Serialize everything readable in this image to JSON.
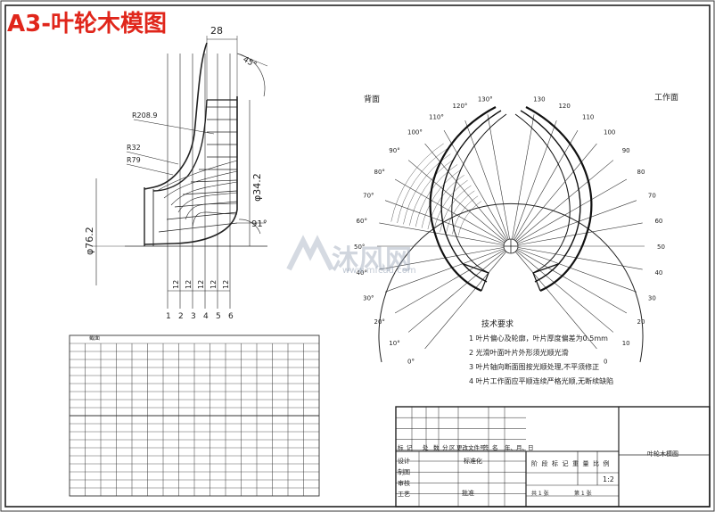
{
  "title": "A3-叶轮木模图",
  "section_view": {
    "dim_top": "28",
    "dim_angle": "45°",
    "r1": "R208.9",
    "r2": "R32",
    "r3": "R79",
    "dia_left": "φ76.2",
    "dia_right": "φ34.2",
    "angle_bottom": "91°",
    "spacing_labels": [
      "12",
      "12",
      "12",
      "12",
      "12"
    ],
    "station_numbers": [
      "1",
      "2",
      "3",
      "4",
      "5",
      "6"
    ]
  },
  "polar_view": {
    "label_left": "背面",
    "label_right": "工作面",
    "left_angles": [
      "130°",
      "120°",
      "110°",
      "100°",
      "90°",
      "80°",
      "70°",
      "60°",
      "50°",
      "40°",
      "30°",
      "20°",
      "10°",
      "0°"
    ],
    "right_angles": [
      "130",
      "120",
      "110",
      "100",
      "90",
      "80",
      "70",
      "60",
      "50",
      "40",
      "30",
      "20",
      "10",
      "0"
    ]
  },
  "notes": {
    "heading": "技术要求",
    "items": [
      "1 叶片偏心及轮廓，叶片厚度偏差为0.5mm",
      "2 光滑叶面叶片外形须光顺光滑",
      "3 叶片轴向断面图按光顺处理,不平须修正",
      "4 叶片工作面应平顺连续严格光顺,无断续缺陷"
    ]
  },
  "table": {
    "header_label": "截面",
    "rows": 20
  },
  "title_block": {
    "revision_headers": [
      "标",
      "记",
      "处",
      "数",
      "分",
      "区",
      "更改文件号",
      "签",
      "名",
      "年、月、日"
    ],
    "rows": [
      "设计",
      "制图",
      "审核",
      "工艺"
    ],
    "std_label": "标准化",
    "approve_label": "批准",
    "stage_headers": [
      "阶",
      "段",
      "标",
      "记",
      "重",
      "量",
      "比",
      "例"
    ],
    "scale": "1:2",
    "drawing_name": "叶轮木模图",
    "sheets": "共 1 张",
    "sheet_no": "第 1 张"
  },
  "watermark": {
    "text": "沐风网",
    "url": "www.mfcad.com"
  }
}
